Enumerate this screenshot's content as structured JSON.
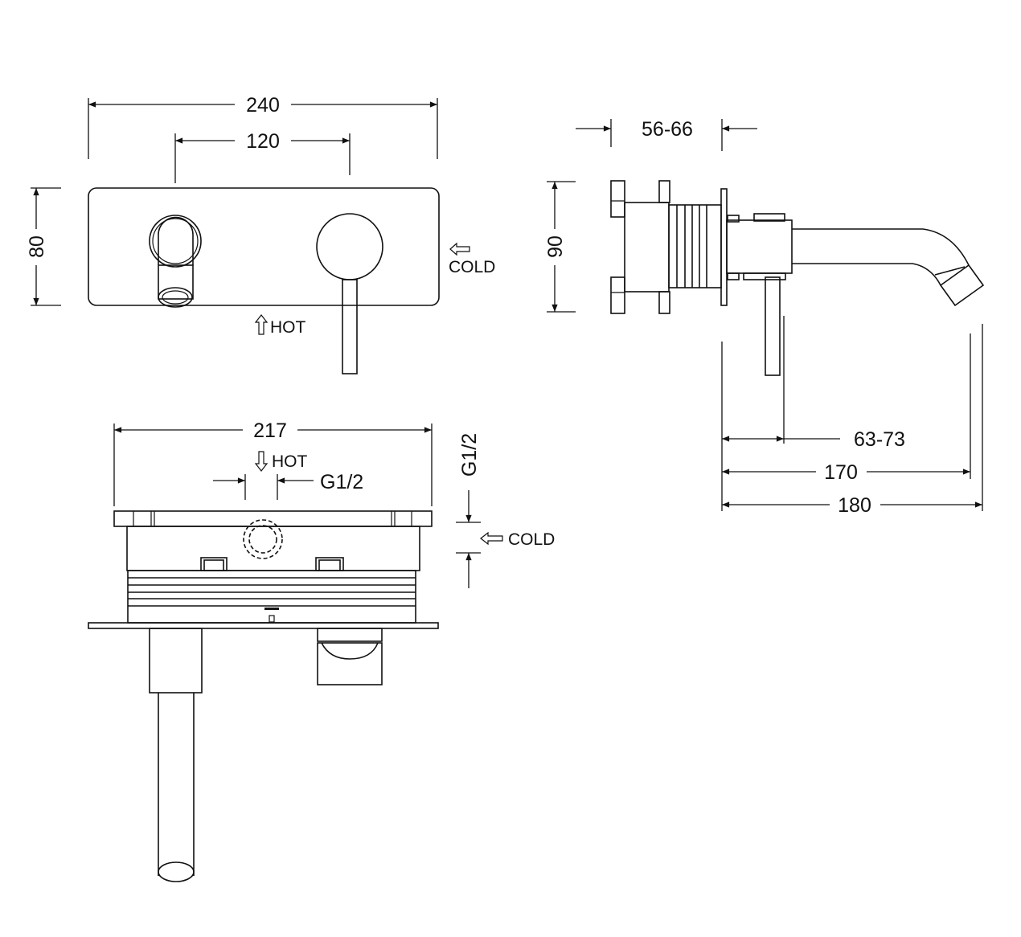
{
  "title": "Wall-mounted basin mixer dimension drawing",
  "front_view": {
    "dim_overall_width": "240",
    "dim_centers": "120",
    "dim_height": "80",
    "label_cold": "COLD",
    "label_hot": "HOT"
  },
  "side_view": {
    "dim_wall_depth": "56-66",
    "dim_plate_height": "90",
    "dim_lever": "63-73",
    "dim_spout_170": "170",
    "dim_spout_180": "180"
  },
  "top_view": {
    "dim_body_width": "217",
    "label_hot": "HOT",
    "dim_hot_thread": "G1/2",
    "dim_cold_thread": "G1/2",
    "label_cold": "COLD"
  },
  "colors": {
    "line": "#111111",
    "background": "#ffffff"
  }
}
